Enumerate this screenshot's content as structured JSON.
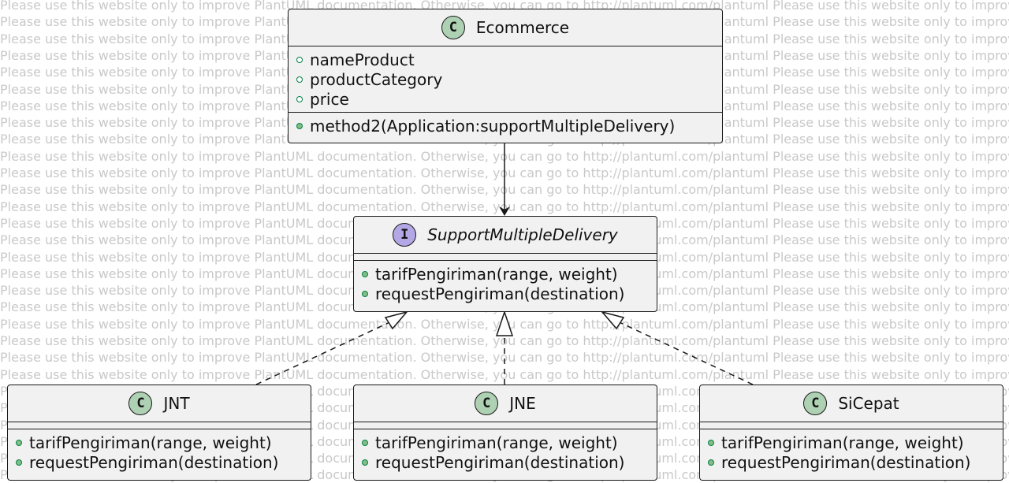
{
  "watermark": {
    "text": "Please use this website only to improve PlantUML documentation. Otherwise, you can go to http://plantuml.com/plantuml   Please use this website only to improve PlantUML documentation. Otherwise, you can go to http://plantuml.com/plantuml"
  },
  "classes": {
    "ecommerce": {
      "stereotype": "C",
      "name": "Ecommerce",
      "fields": [
        "nameProduct",
        "productCategory",
        "price"
      ],
      "methods": [
        "method2(Application:supportMultipleDelivery)"
      ]
    },
    "support_multiple_delivery": {
      "stereotype": "I",
      "name": "SupportMultipleDelivery",
      "fields": [],
      "methods": [
        "tarifPengiriman(range, weight)",
        "requestPengiriman(destination)"
      ]
    },
    "jnt": {
      "stereotype": "C",
      "name": "JNT",
      "fields": [],
      "methods": [
        "tarifPengiriman(range, weight)",
        "requestPengiriman(destination)"
      ]
    },
    "jne": {
      "stereotype": "C",
      "name": "JNE",
      "fields": [],
      "methods": [
        "tarifPengiriman(range, weight)",
        "requestPengiriman(destination)"
      ]
    },
    "sicepat": {
      "stereotype": "C",
      "name": "SiCepat",
      "fields": [],
      "methods": [
        "tarifPengiriman(range, weight)",
        "requestPengiriman(destination)"
      ]
    }
  },
  "relations": [
    {
      "from": "Ecommerce",
      "to": "SupportMultipleDelivery",
      "type": "association"
    },
    {
      "from": "JNT",
      "to": "SupportMultipleDelivery",
      "type": "realization"
    },
    {
      "from": "JNE",
      "to": "SupportMultipleDelivery",
      "type": "realization"
    },
    {
      "from": "SiCepat",
      "to": "SupportMultipleDelivery",
      "type": "realization"
    }
  ],
  "colors": {
    "class_fill": "#f1f1f1",
    "border": "#181818",
    "class_badge": "#add1b2",
    "interface_badge": "#b4a7e5",
    "public_marker": "#038048",
    "method_marker_fill": "#84be84",
    "watermark": "#c9c9c9"
  }
}
